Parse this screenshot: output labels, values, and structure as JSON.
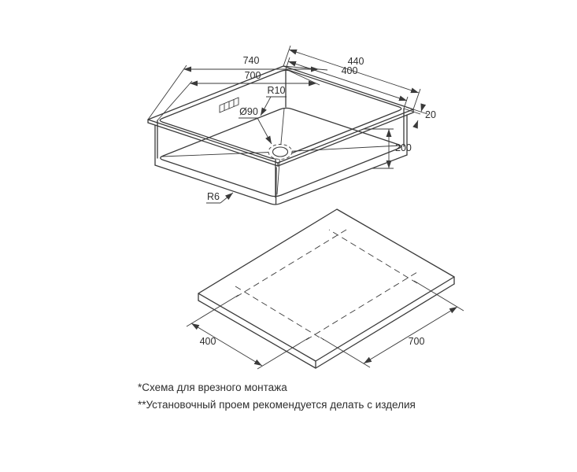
{
  "sink_view": {
    "dims": {
      "outer_length": "740",
      "bowl_length": "700",
      "outer_width": "440",
      "bowl_width": "400",
      "corner_radius": "R10",
      "drain_diameter": "Ø90",
      "rim_offset": "20",
      "bowl_depth": "200",
      "bottom_radius": "R6"
    }
  },
  "cutout_view": {
    "dims": {
      "depth": "400",
      "length": "700"
    }
  },
  "notes": [
    "*Схема для врезного монтажа",
    "**Установочный проем рекомендуется делать с изделия"
  ],
  "colors": {
    "line": "#3a3a3a",
    "text": "#2e2e2e",
    "background": "#ffffff"
  }
}
